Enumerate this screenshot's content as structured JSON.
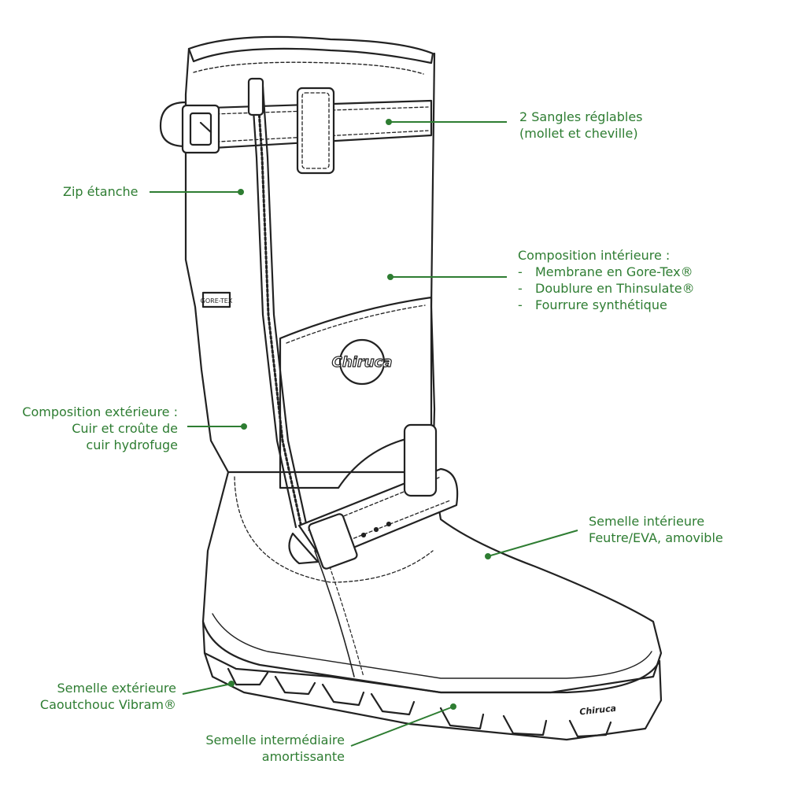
{
  "colors": {
    "annotation": "#2e7d32",
    "ink": "#222222"
  },
  "logo_text": "Chiruca",
  "sole_logo_text": "Chiruca",
  "gore_tag": "GORE-TEX",
  "labels": {
    "straps": {
      "lines": [
        "2 Sangles réglables",
        "(mollet et cheville)"
      ]
    },
    "zip": {
      "lines": [
        "Zip étanche"
      ]
    },
    "interior": {
      "title": "Composition intérieure :",
      "items": [
        "Membrane en Gore-Tex®",
        "Doublure en Thinsulate®",
        "Fourrure synthétique"
      ]
    },
    "exterior": {
      "lines": [
        "Composition extérieure :",
        "Cuir et croûte de",
        "cuir hydrofuge"
      ]
    },
    "insole": {
      "lines": [
        "Semelle intérieure",
        "Feutre/EVA, amovible"
      ]
    },
    "outsole": {
      "lines": [
        "Semelle extérieure",
        "Caoutchouc Vibram®"
      ]
    },
    "midsole": {
      "lines": [
        "Semelle intermédiaire",
        "amortissante"
      ]
    }
  }
}
